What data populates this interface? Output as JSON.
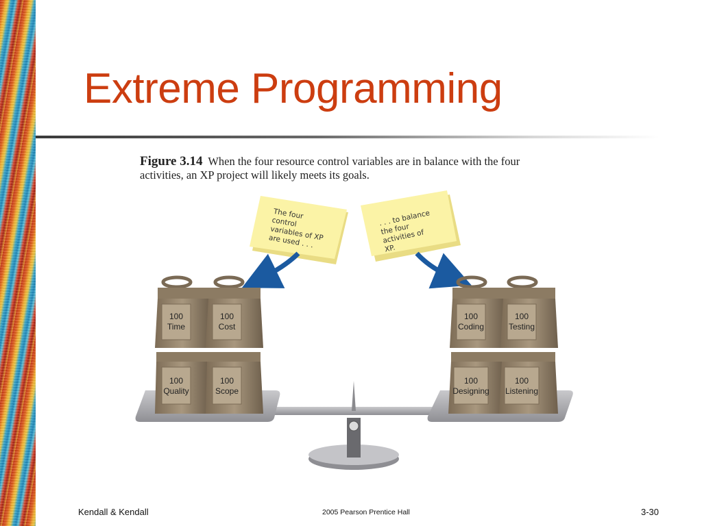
{
  "slide": {
    "title": "Extreme Programming"
  },
  "figure": {
    "label": "Figure 3.14",
    "caption": "When the four resource control variables are in balance with the four activities, an XP project will likely meets its goals.",
    "left_note": [
      "The four",
      "control",
      "variables of XP",
      "are used . . ."
    ],
    "right_note": [
      ". . . to balance",
      "the four",
      "activities of",
      "XP."
    ],
    "left_weights": [
      {
        "value": "100",
        "name": "Time"
      },
      {
        "value": "100",
        "name": "Cost"
      },
      {
        "value": "100",
        "name": "Quality"
      },
      {
        "value": "100",
        "name": "Scope"
      }
    ],
    "right_weights": [
      {
        "value": "100",
        "name": "Coding"
      },
      {
        "value": "100",
        "name": "Testing"
      },
      {
        "value": "100",
        "name": "Designing"
      },
      {
        "value": "100",
        "name": "Listening"
      }
    ],
    "colors": {
      "title": "#cc3d10",
      "note": "#fbf3a6",
      "arrow": "#1b5aa0",
      "weight": "#9b8a72"
    }
  },
  "footer": {
    "left": "Kendall & Kendall",
    "center": "2005 Pearson Prentice Hall",
    "right": "3-30"
  }
}
